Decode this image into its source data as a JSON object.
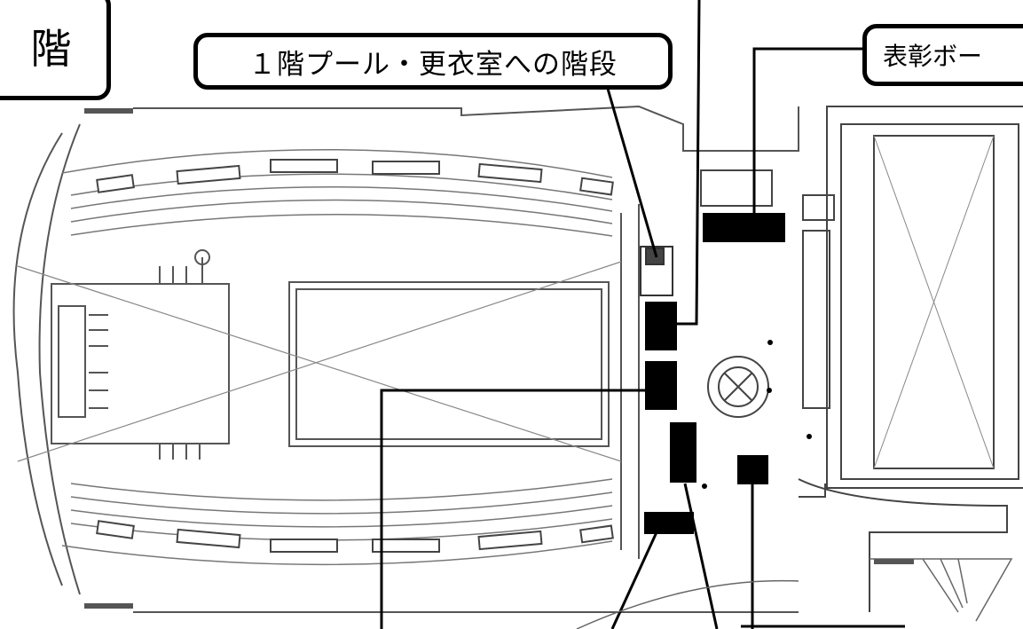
{
  "labels": {
    "floor": "階",
    "stairs": "１階プール・更衣室への階段",
    "award_board": "表彰ボー"
  },
  "colors": {
    "ink": "#000000",
    "line": "#555555",
    "background": "#ffffff"
  }
}
